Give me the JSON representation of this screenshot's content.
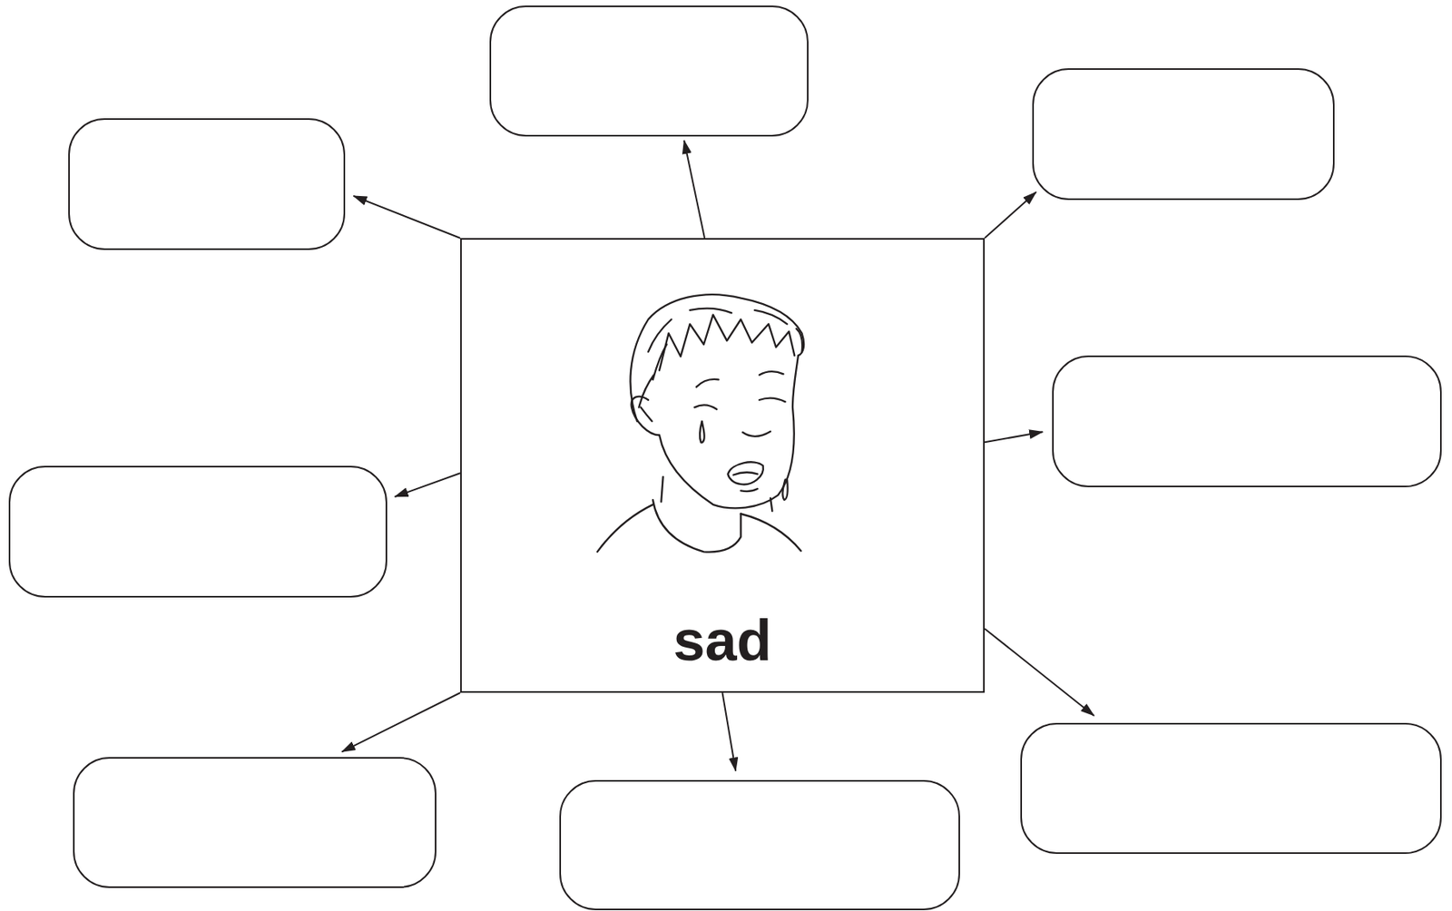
{
  "diagram": {
    "nodes": [
      {
        "text": [
          "sad"
        ]
      },
      {
        "text": []
      },
      {
        "text": []
      },
      {
        "text": []
      },
      {
        "text": []
      },
      {
        "text": []
      },
      {
        "text": []
      },
      {
        "text": []
      },
      {
        "text": []
      }
    ],
    "edges": [
      {
        "from": 0,
        "to": 1,
        "arrow": "to"
      },
      {
        "from": 0,
        "to": 2,
        "arrow": "to"
      },
      {
        "from": 0,
        "to": 3,
        "arrow": "to"
      },
      {
        "from": 0,
        "to": 4,
        "arrow": "to"
      },
      {
        "from": 0,
        "to": 5,
        "arrow": "to"
      },
      {
        "from": 0,
        "to": 6,
        "arrow": "to"
      },
      {
        "from": 0,
        "to": 7,
        "arrow": "to"
      },
      {
        "from": 0,
        "to": 8,
        "arrow": "to"
      }
    ]
  }
}
